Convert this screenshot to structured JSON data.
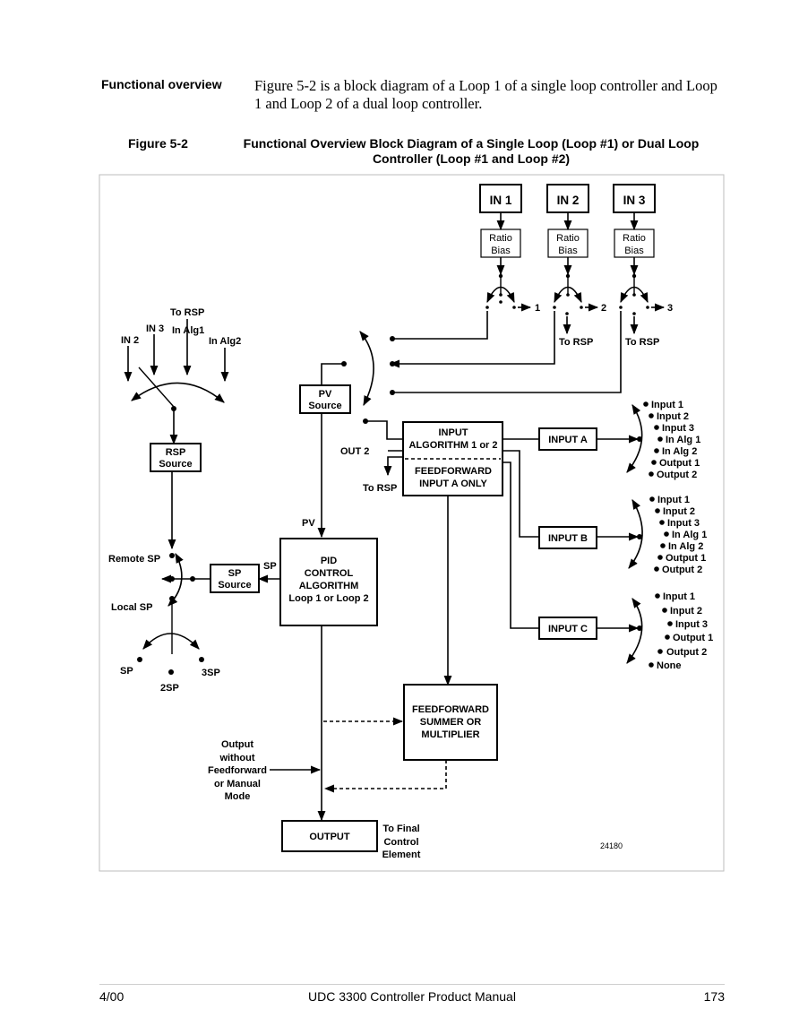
{
  "section": {
    "heading": "Functional overview",
    "body": "Figure 5-2 is a block diagram of a Loop 1 of a single loop controller and Loop 1 and Loop 2 of a dual loop controller."
  },
  "figure": {
    "number": "Figure 5-2",
    "title": "Functional Overview Block Diagram of a Single Loop (Loop #1) or Dual Loop Controller (Loop #1 and Loop #2)"
  },
  "diagram": {
    "in1": "IN 1",
    "in2": "IN 2",
    "in3": "IN 3",
    "ratio": "Ratio",
    "bias": "Bias",
    "sw1": "1",
    "sw2": "2",
    "sw3": "3",
    "to_rsp": "To RSP",
    "rsp_sel": {
      "to_rsp": "To RSP",
      "in3": "IN 3",
      "in_alg1": "In Alg1",
      "in2": "IN 2",
      "in_alg2": "In Alg2"
    },
    "rsp_source": {
      "line1": "RSP",
      "line2": "Source"
    },
    "pv_source": {
      "line1": "PV",
      "line2": "Source"
    },
    "pv": "PV",
    "input_alg": {
      "line1": "INPUT",
      "line2": "ALGORITHM 1 or 2"
    },
    "feedforward_in": {
      "line1": "FEEDFORWARD",
      "line2": "INPUT A ONLY"
    },
    "out2": "OUT 2",
    "input_a": "INPUT A",
    "input_b": "INPUT B",
    "input_c": "INPUT C",
    "list_a": [
      "Input 1",
      "Input 2",
      "Input 3",
      "In Alg 1",
      "In Alg 2",
      "Output 1",
      "Output 2"
    ],
    "list_b": [
      "Input 1",
      "Input 2",
      "Input 3",
      "In Alg 1",
      "In Alg 2",
      "Output 1",
      "Output 2"
    ],
    "list_c": [
      "Input 1",
      "Input 2",
      "Input 3",
      "Output 1",
      "Output 2",
      "None"
    ],
    "remote_sp": "Remote SP",
    "local_sp": "Local SP",
    "sp_source": {
      "line1": "SP",
      "line2": "Source"
    },
    "sp": "SP",
    "pid": {
      "line1": "PID",
      "line2": "CONTROL",
      "line3": "ALGORITHM",
      "line4": "Loop 1 or Loop 2"
    },
    "sp_opts": {
      "sp": "SP",
      "sp2": "2SP",
      "sp3": "3SP"
    },
    "ff_summer": {
      "line1": "FEEDFORWARD",
      "line2": "SUMMER OR",
      "line3": "MULTIPLIER"
    },
    "output_note": {
      "line1": "Output",
      "line2": "without",
      "line3": "Feedforward",
      "line4": "or Manual",
      "line5": "Mode"
    },
    "output": "OUTPUT",
    "final": {
      "line1": "To Final",
      "line2": "Control",
      "line3": "Element"
    },
    "code": "24180"
  },
  "footer": {
    "date": "4/00",
    "title": "UDC 3300 Controller Product Manual",
    "page": "173"
  }
}
